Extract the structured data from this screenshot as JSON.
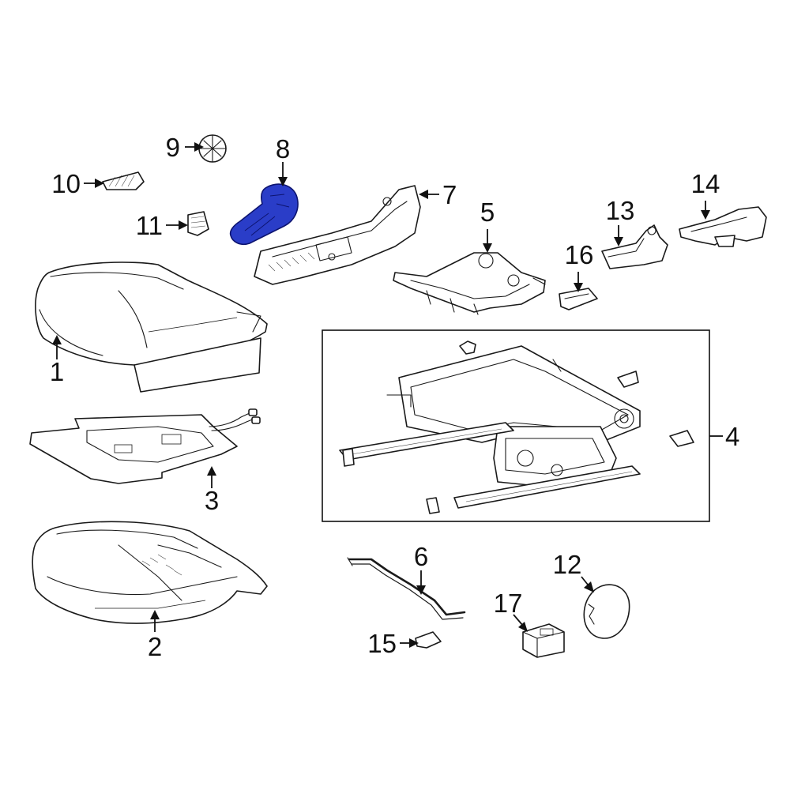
{
  "highlight_color": "#2a3dc8",
  "callouts": [
    {
      "id": "1",
      "label": "1"
    },
    {
      "id": "2",
      "label": "2"
    },
    {
      "id": "3",
      "label": "3"
    },
    {
      "id": "4",
      "label": "4"
    },
    {
      "id": "5",
      "label": "5"
    },
    {
      "id": "6",
      "label": "6"
    },
    {
      "id": "7",
      "label": "7"
    },
    {
      "id": "8",
      "label": "8"
    },
    {
      "id": "9",
      "label": "9"
    },
    {
      "id": "10",
      "label": "10"
    },
    {
      "id": "11",
      "label": "11"
    },
    {
      "id": "12",
      "label": "12"
    },
    {
      "id": "13",
      "label": "13"
    },
    {
      "id": "14",
      "label": "14"
    },
    {
      "id": "15",
      "label": "15"
    },
    {
      "id": "16",
      "label": "16"
    },
    {
      "id": "17",
      "label": "17"
    }
  ]
}
